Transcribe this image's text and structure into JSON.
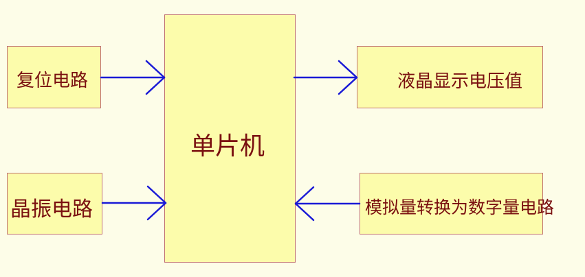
{
  "diagram": {
    "mcu": "单片机",
    "reset_circuit": "复位电路",
    "crystal_circuit": "晶振电路",
    "lcd_voltage": "液晶显示电压值",
    "adc_circuit": "模拟量转换为数字量电路"
  },
  "colors": {
    "box_fill": "#fcfcab",
    "box_border": "#c07070",
    "text": "#7a1010",
    "arrow": "#1a1ad6",
    "background": "#fdfde8"
  }
}
